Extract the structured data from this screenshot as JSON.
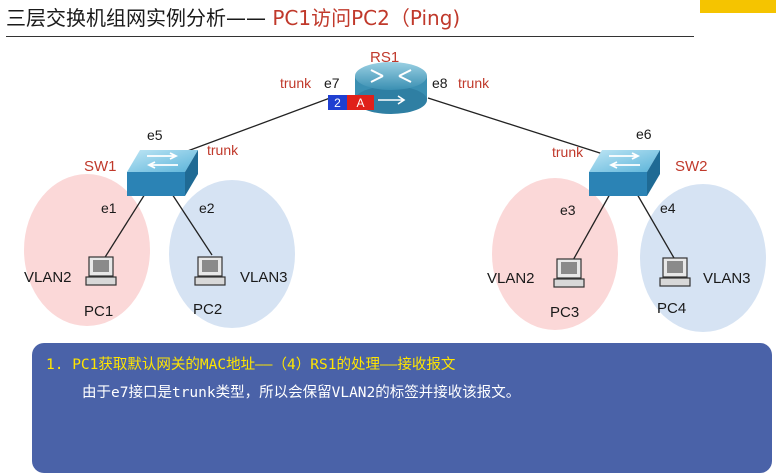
{
  "title": {
    "main": "三层交换机组网实例分析——",
    "highlight": " PC1访问PC2（Ping)"
  },
  "router": {
    "name": "RS1",
    "port_left": "e7",
    "port_right": "e8",
    "trunk_left": "trunk",
    "trunk_right": "trunk",
    "tag_vlan": "2",
    "tag_letter": "A"
  },
  "sw1": {
    "name": "SW1",
    "uplink_port": "e5",
    "uplink_mode": "trunk",
    "port_left": "e1",
    "port_right": "e2"
  },
  "sw2": {
    "name": "SW2",
    "uplink_port": "e6",
    "uplink_mode": "trunk",
    "port_left": "e3",
    "port_right": "e4"
  },
  "hosts": [
    {
      "name": "PC1",
      "vlan": "VLAN2"
    },
    {
      "name": "PC2",
      "vlan": "VLAN3"
    },
    {
      "name": "PC3",
      "vlan": "VLAN2"
    },
    {
      "name": "PC4",
      "vlan": "VLAN3"
    }
  ],
  "colors": {
    "vlan2_fill": "#fbd8d8",
    "vlan3_fill": "#d6e3f3",
    "label_red": "#c0392b",
    "note_bg": "#4a62a8",
    "note_heading": "#ffe500",
    "tag_blue": "#1f3fd1",
    "tag_red": "#e0201a"
  },
  "note": {
    "heading": "1.  PC1获取默认网关的MAC地址——（4）RS1的处理——接收报文",
    "body": "由于e7接口是trunk类型，所以会保留VLAN2的标签并接收该报文。"
  },
  "icons": [
    "router-icon",
    "switch-icon",
    "pc-icon"
  ]
}
